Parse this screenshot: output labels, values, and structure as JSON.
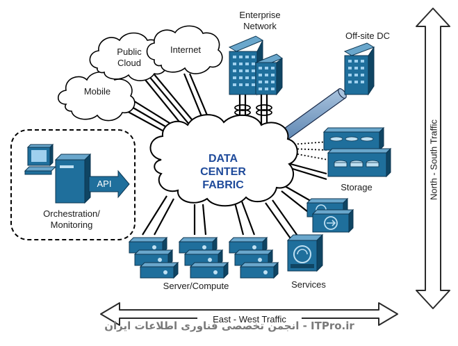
{
  "labels": {
    "enterprise": [
      "Enterprise",
      "Network"
    ],
    "offsite": "Off-site DC",
    "public_cloud": [
      "Public",
      "Cloud"
    ],
    "internet": "Internet",
    "mobile": "Mobile",
    "fabric": [
      "DATA",
      "CENTER",
      "FABRIC"
    ],
    "api": "API",
    "orchestration": [
      "Orchestration/",
      "Monitoring"
    ],
    "storage": "Storage",
    "server": "Server/Compute",
    "services": "Services",
    "north_south": "North - South Traffic",
    "east_west": "East - West Traffic",
    "watermark": "انجمن تخصصی فناوری اطلاعات ایران - ITPro.ir"
  },
  "colors": {
    "device_blue": "#1f6f9c",
    "device_dark": "#0f4563",
    "fabric_text": "#1e4a9a",
    "pipe": "#7da2c8",
    "arrow_fill": "#ffffff",
    "line": "#000000"
  },
  "icons": [
    "building-icon",
    "cloud-icon",
    "computer-icon",
    "server-icon",
    "storage-icon",
    "service-appliance-icon",
    "arrow-icon"
  ]
}
